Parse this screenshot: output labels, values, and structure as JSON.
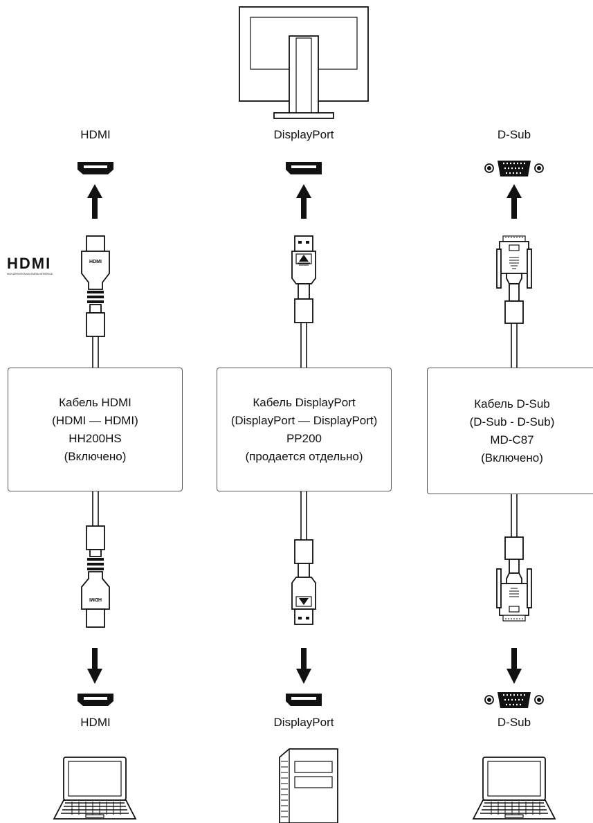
{
  "top_device": {
    "icon": "monitor-icon"
  },
  "columns": [
    {
      "id": "hdmi",
      "monitor_port_label": "HDMI",
      "pc_port_label": "HDMI",
      "connector_icon": "hdmi-port-icon",
      "logo_text": "HDMI",
      "logo_subtext": "HIGH-DEFINITION MULTIMEDIA INTERFACE",
      "plug_top_text": "HDMI",
      "plug_bottom_text": "HDMI",
      "cable": [
        "Кабель HDMI",
        "(HDMI — HDMI)",
        "HH200HS",
        "(Включено)"
      ],
      "pc_icon": "laptop-icon"
    },
    {
      "id": "displayport",
      "monitor_port_label": "DisplayPort",
      "pc_port_label": "DisplayPort",
      "connector_icon": "displayport-port-icon",
      "cable": [
        "Кабель DisplayPort",
        "(DisplayPort — DisplayPort)",
        "PP200",
        "(продается отдельно)"
      ],
      "pc_icon": "desktop-tower-icon"
    },
    {
      "id": "dsub",
      "monitor_port_label": "D-Sub",
      "pc_port_label": "D-Sub",
      "connector_icon": "dsub-port-icon",
      "cable": [
        "Кабель D-Sub",
        "(D-Sub - D-Sub)",
        "MD-C87",
        "(Включено)"
      ],
      "pc_icon": "laptop-icon"
    }
  ]
}
